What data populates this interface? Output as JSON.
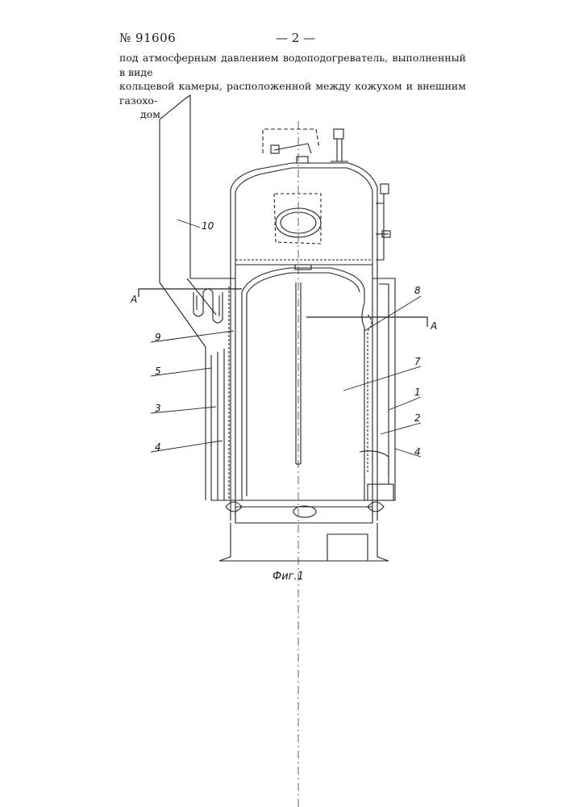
{
  "header": {
    "patent_number": "№ 91606",
    "page_number": "— 2 —"
  },
  "paragraph": {
    "lines": [
      "под атмосферным давлением водоподогреватель, выполненный в виде",
      "кольцевой камеры, расположенной между кожухом и внешним газохо-",
      "дом."
    ]
  },
  "figure": {
    "caption": "Фиг.1",
    "labels": {
      "l10": "10",
      "l9": "9",
      "l5": "5",
      "l3": "3",
      "l4a": "4",
      "l8": "8",
      "l7": "7",
      "l1": "1",
      "l2": "2",
      "l4b": "4",
      "sectionA_left": "А",
      "sectionA_right": "А"
    }
  }
}
